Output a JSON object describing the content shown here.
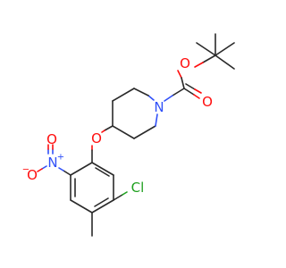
{
  "molecule": {
    "name": "",
    "atoms": [
      {
        "id": "o_ether",
        "label": "O",
        "color": "#ff0d0d",
        "icon": "oxygen-atom"
      },
      {
        "id": "o_ester",
        "label": "O",
        "color": "#ff0d0d",
        "icon": "oxygen-atom"
      },
      {
        "id": "o_carbonyl",
        "label": "O",
        "color": "#ff0d0d",
        "icon": "oxygen-atom"
      },
      {
        "id": "n_pip",
        "label": "N",
        "color": "#3050f8",
        "icon": "nitrogen-atom"
      },
      {
        "id": "n_nitro",
        "label": "N",
        "charge": "+",
        "color": "#3050f8",
        "icon": "nitrogen-atom"
      },
      {
        "id": "o_nitro_minus",
        "label": "O",
        "charge": "−",
        "color": "#ff0d0d",
        "icon": "oxygen-atom"
      },
      {
        "id": "o_nitro_double",
        "label": "O",
        "color": "#ff0d0d",
        "icon": "oxygen-atom"
      },
      {
        "id": "cl",
        "label": "Cl",
        "color": "#1fa01f",
        "icon": "chlorine-atom"
      }
    ]
  }
}
